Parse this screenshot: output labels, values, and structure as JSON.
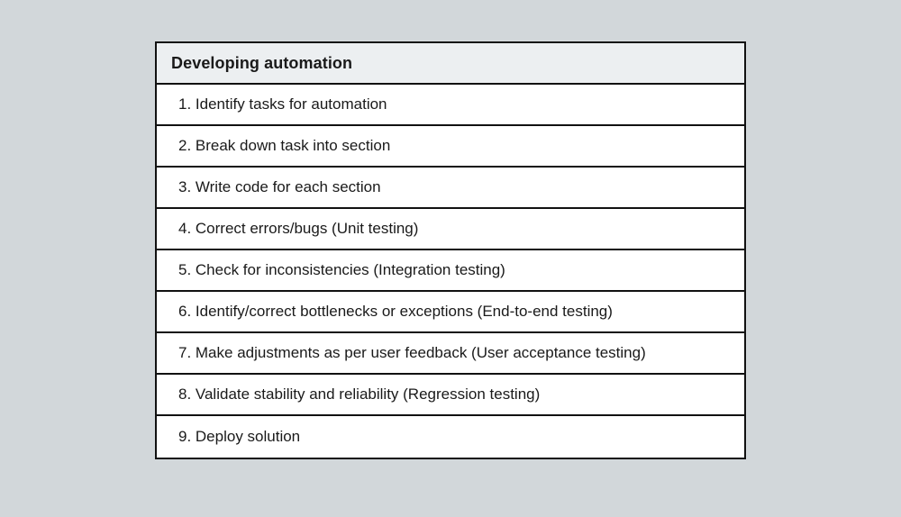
{
  "table": {
    "title": "Developing automation",
    "rows": [
      "1. Identify tasks for automation",
      "2. Break down task into section",
      "3. Write code for each section",
      "4. Correct errors/bugs (Unit testing)",
      "5. Check for inconsistencies (Integration testing)",
      "6. Identify/correct bottlenecks or exceptions (End-to-end testing)",
      "7. Make adjustments as per user feedback (User acceptance testing)",
      "8. Validate stability and reliability (Regression testing)",
      "9. Deploy solution"
    ]
  },
  "colors": {
    "page_bg": "#d2d7da",
    "header_bg": "#eceff1",
    "row_bg": "#ffffff",
    "border": "#111111",
    "text": "#1a1a1a"
  }
}
